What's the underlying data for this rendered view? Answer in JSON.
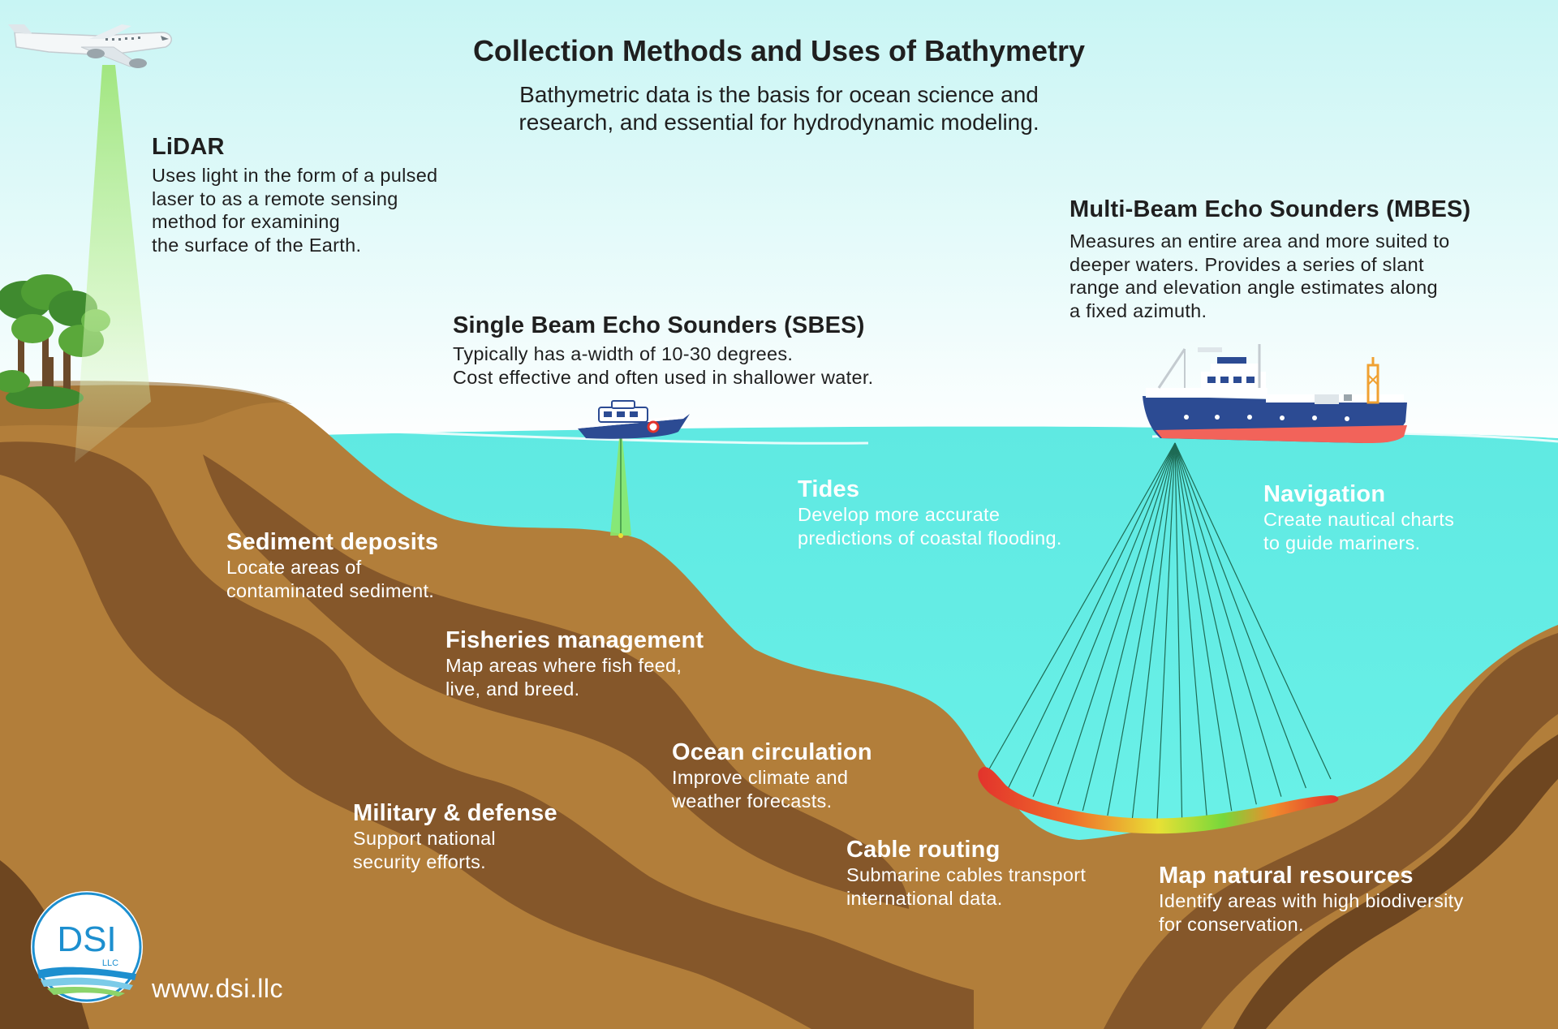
{
  "title": "Collection Methods and Uses of Bathymetry",
  "subtitle": "Bathymetric data is the basis for ocean science and\nresearch, and essential for hydrodynamic modeling.",
  "methods": [
    {
      "heading": "LiDAR",
      "text": "Uses light in the form of a pulsed\nlaser to as a remote sensing\nmethod for examining\nthe surface of the Earth."
    },
    {
      "heading": "Single Beam Echo Sounders (SBES)",
      "text": "Typically has a-width of 10-30 degrees.\nCost effective and often used in shallower water."
    },
    {
      "heading": "Multi-Beam Echo Sounders (MBES)",
      "text": "Measures an entire area and more suited to\ndeeper waters. Provides a series of slant\nrange and elevation angle estimates along\na fixed azimuth."
    }
  ],
  "uses": [
    {
      "heading": "Tides",
      "text": "Develop more accurate\npredictions of coastal flooding."
    },
    {
      "heading": "Navigation",
      "text": "Create nautical charts\nto guide mariners."
    },
    {
      "heading": "Sediment deposits",
      "text": "Locate areas of\ncontaminated sediment."
    },
    {
      "heading": "Fisheries management",
      "text": "Map areas where fish feed,\nlive, and breed."
    },
    {
      "heading": "Ocean circulation",
      "text": "Improve climate and\nweather forecasts."
    },
    {
      "heading": "Military & defense",
      "text": "Support national\nsecurity efforts."
    },
    {
      "heading": "Cable routing",
      "text": "Submarine cables transport\ninternational data."
    },
    {
      "heading": "Map natural resources",
      "text": "Identify areas with high biodiversity\nfor conservation."
    }
  ],
  "logo": {
    "name": "DSI",
    "sub": "LLC"
  },
  "website": "www.dsi.llc",
  "colors": {
    "sky": "#eafcfb",
    "water": "#66f0e6",
    "sand": "#b27e3a",
    "sediment": "#85572a",
    "deep_sediment": "#6e4620",
    "hull": "#2c4b93",
    "hull_bottom": "#f2635a",
    "lidar_beam": "#b8f08a",
    "logo_blue": "#1d8fcf"
  }
}
